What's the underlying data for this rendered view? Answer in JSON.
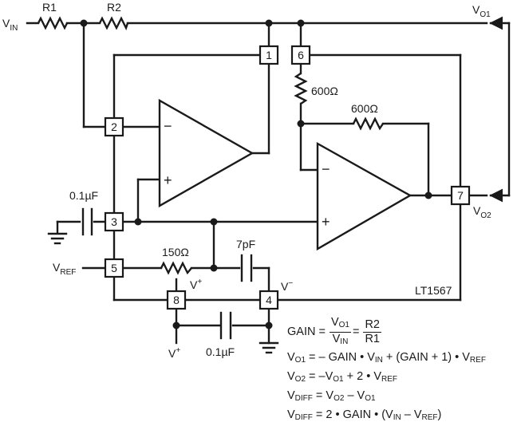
{
  "labels": {
    "vin": "V",
    "vin_sub": "IN",
    "r1": "R1",
    "r2": "R2",
    "vo1": "V",
    "vo1_sub": "O1",
    "vo2": "V",
    "vo2_sub": "O2",
    "vref": "V",
    "vref_sub": "REF",
    "r600_top": "600Ω",
    "r600_fb": "600Ω",
    "r150": "150Ω",
    "cap_7pf": "7pF",
    "cap_01uf_left": "0.1µF",
    "cap_01uf_bottom": "0.1µF",
    "vplus_pin8": "V",
    "vplus_pin8_sup": "+",
    "vminus_pin4": "V",
    "vminus_pin4_sup": "−",
    "vplus_bottom": "V",
    "vplus_bottom_sup": "+",
    "part": "LT1567",
    "minus": "−",
    "plus": "+"
  },
  "pins": {
    "p1": "1",
    "p2": "2",
    "p3": "3",
    "p4": "4",
    "p5": "5",
    "p6": "6",
    "p7": "7",
    "p8": "8"
  },
  "equations": {
    "gain_lhs": "GAIN = ",
    "gain_num_v": "V",
    "gain_num_sub": "O1",
    "gain_den_v": "V",
    "gain_den_sub": "IN",
    "gain_eq": " = ",
    "gain_r_num": "R2",
    "gain_r_den": "R1",
    "eq1_a": "V",
    "eq1_a_sub": "O1",
    "eq1_b": " = – GAIN • V",
    "eq1_b_sub": "IN",
    "eq1_c": " + (GAIN + 1) • V",
    "eq1_c_sub": "REF",
    "eq2_a": "V",
    "eq2_a_sub": "O2",
    "eq2_b": " = –V",
    "eq2_b_sub": "O1",
    "eq2_c": " + 2 • V",
    "eq2_c_sub": "REF",
    "eq3_a": "V",
    "eq3_a_sub": "DIFF",
    "eq3_b": " = V",
    "eq3_b_sub": "O2",
    "eq3_c": " – V",
    "eq3_c_sub": "O1",
    "eq4_a": "V",
    "eq4_a_sub": "DIFF",
    "eq4_b": " = 2 • GAIN • (V",
    "eq4_b_sub": "IN",
    "eq4_c": " – V",
    "eq4_c_sub": "REF",
    "eq4_d": ")"
  }
}
